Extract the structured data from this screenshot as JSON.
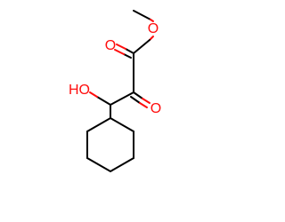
{
  "molecule": {
    "atom_labels": {
      "ester_carbonyl_oxygen": "O",
      "ester_ether_oxygen": "O",
      "ketone_oxygen": "O",
      "hydroxyl_group": "HO"
    },
    "colors": {
      "bond": "#000000",
      "oxygen": "#ff0d0d",
      "background": "#ffffff"
    }
  }
}
